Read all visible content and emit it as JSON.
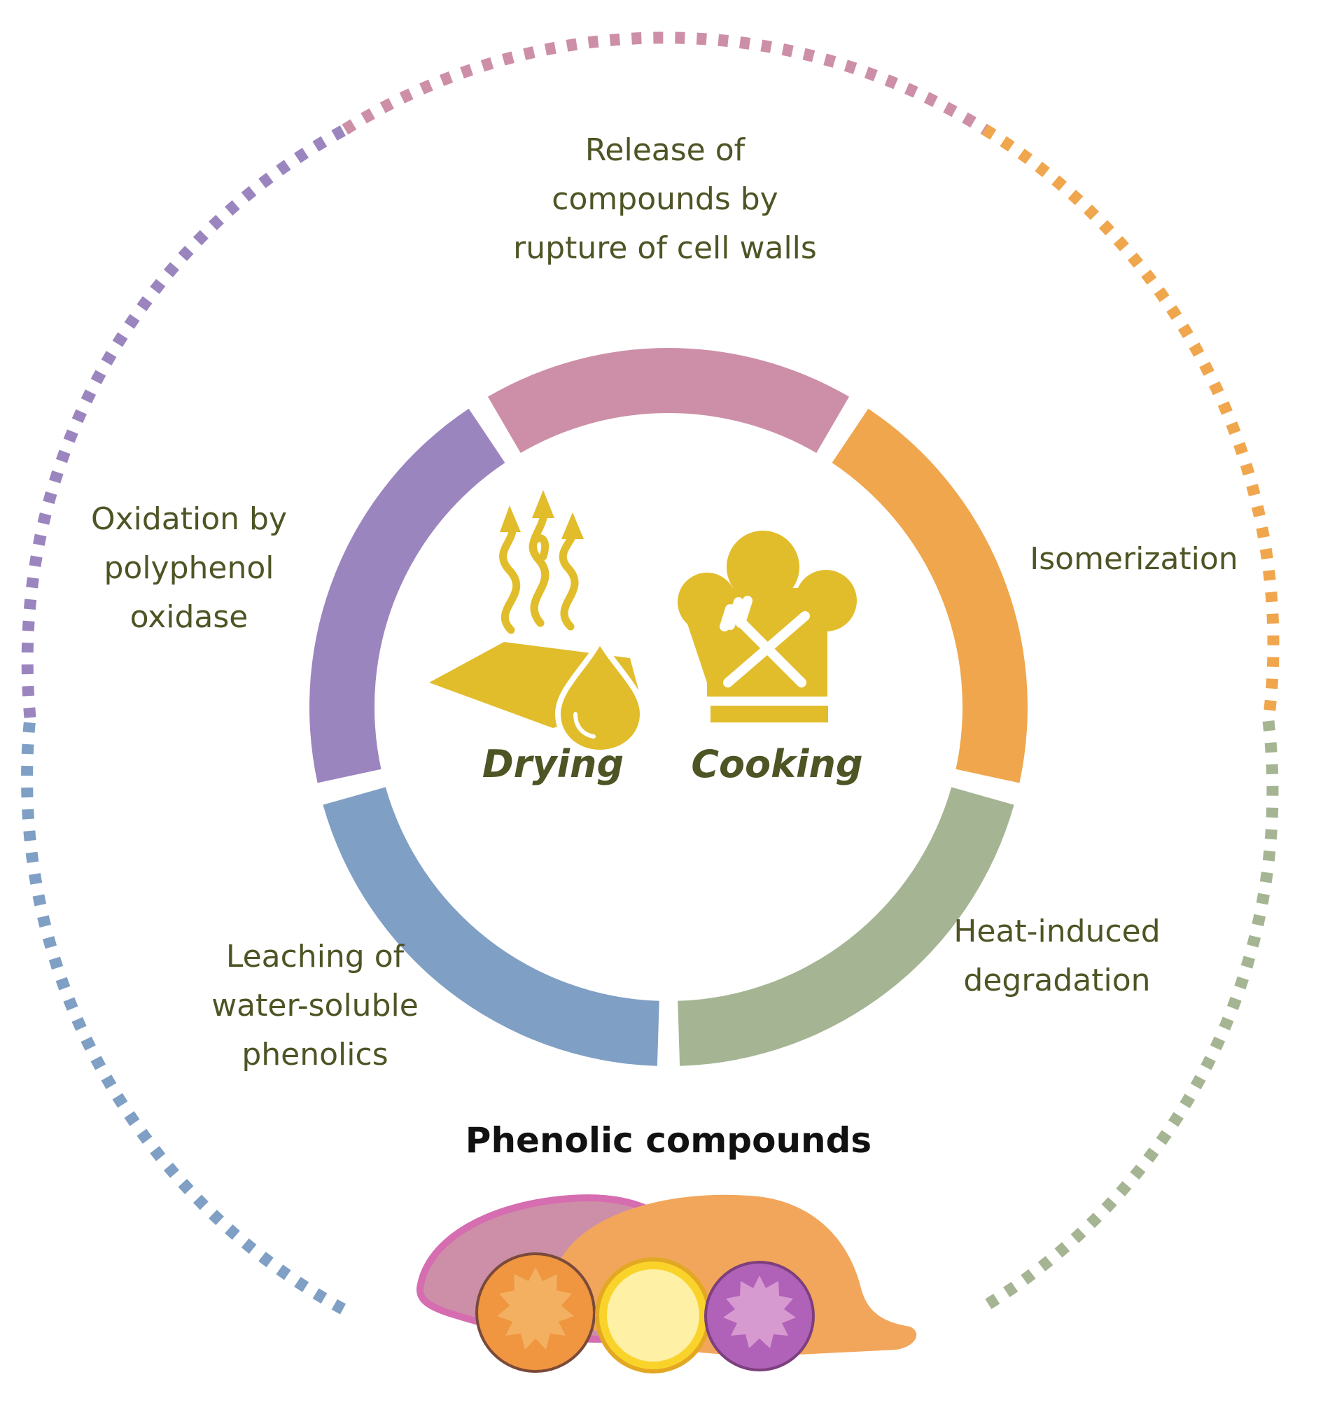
{
  "center": {
    "drying_label": "Drying",
    "cooking_label": "Cooking",
    "icons": [
      "drying-icon",
      "chef-hat-cooking-icon"
    ]
  },
  "effects": [
    {
      "key": "release",
      "text": "Release of\ncompounds by\nrupture of cell walls",
      "color": "#cd8fa7"
    },
    {
      "key": "isomerization",
      "text": "Isomerization",
      "color": "#f0a64d"
    },
    {
      "key": "heat",
      "text": "Heat-induced\ndegradation",
      "color": "#a5b593"
    },
    {
      "key": "leaching",
      "text": "Leaching of\nwater-soluble\nphenolics",
      "color": "#7f9fc4"
    },
    {
      "key": "oxidation",
      "text": "Oxidation by\npolyphenol\noxidase",
      "color": "#9b85bf"
    }
  ],
  "bottom": {
    "title": "Phenolic compounds",
    "image": "sweet-potato-cross-sections"
  },
  "colors": {
    "text": "#4f5425",
    "icon": "#e2bd2b",
    "pink": "#cd8fa7",
    "orange": "#f0a64d",
    "green": "#a5b593",
    "blue": "#7f9fc4",
    "purple": "#9b85bf"
  }
}
